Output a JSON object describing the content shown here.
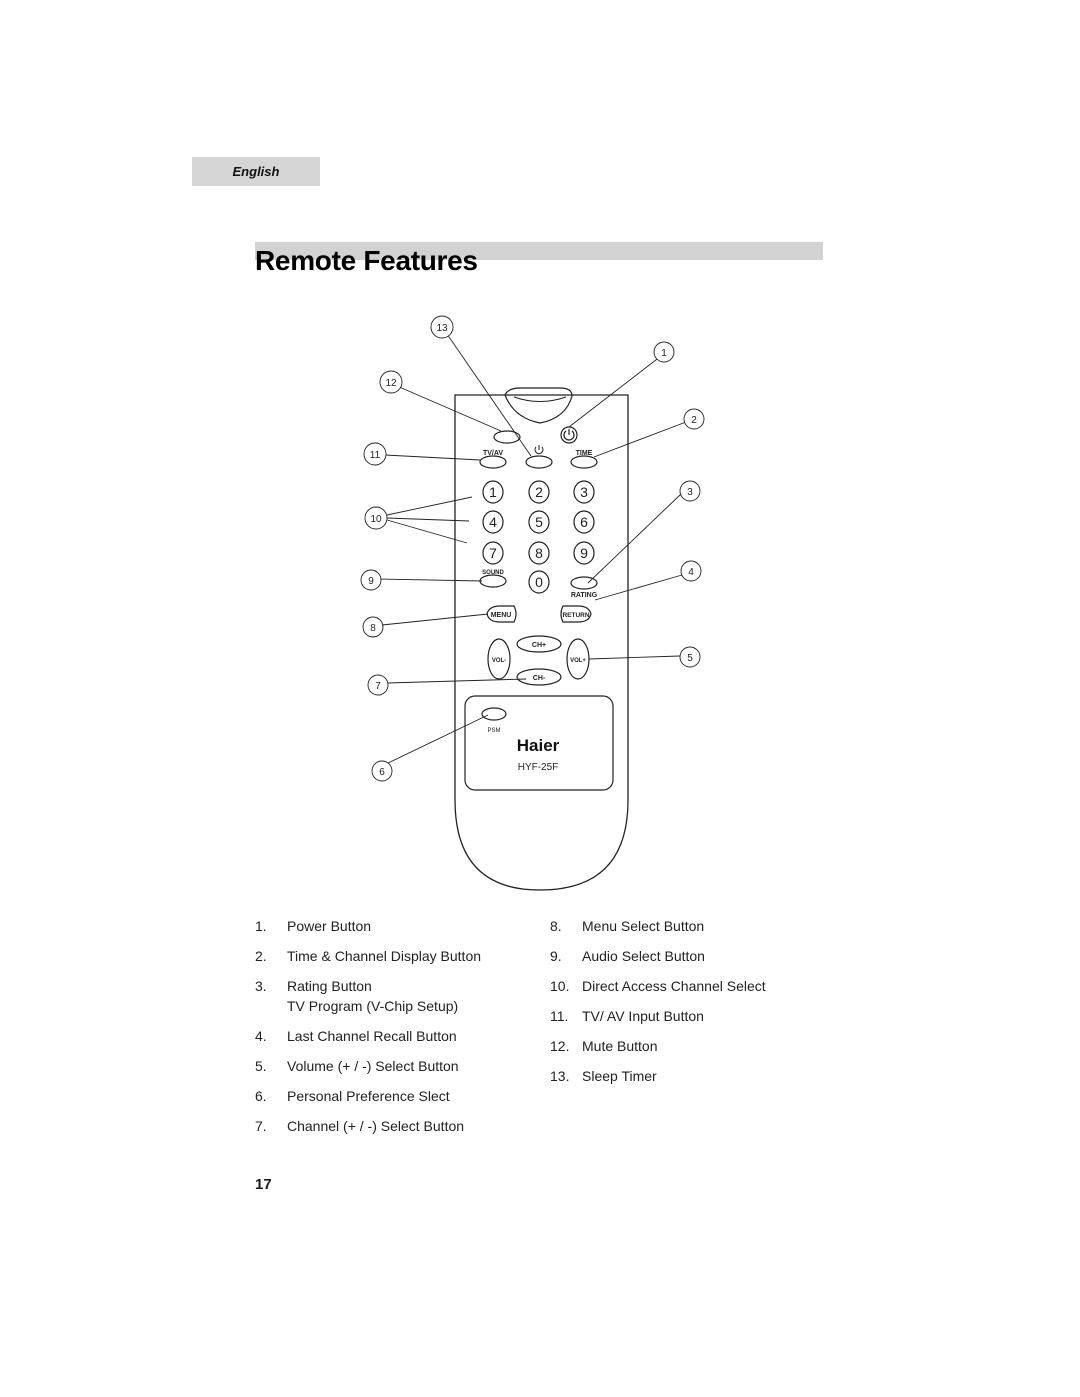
{
  "header": {
    "language_tab": "English",
    "title": "Remote Features"
  },
  "remote": {
    "brand": "Haier",
    "model": "HYF-25F",
    "button_labels": {
      "tvav": "TV/AV",
      "time": "TIME",
      "sound": "SOUND",
      "rating": "RATING",
      "menu": "MENU",
      "return": "RETURN",
      "ch_up": "CH+",
      "ch_down": "CH-",
      "vol_down": "VOL-",
      "vol_up": "VOL+",
      "psm": "PSM",
      "digits": [
        "1",
        "2",
        "3",
        "4",
        "5",
        "6",
        "7",
        "8",
        "9",
        "0"
      ]
    }
  },
  "callouts": [
    "1",
    "2",
    "3",
    "4",
    "5",
    "6",
    "7",
    "8",
    "9",
    "10",
    "11",
    "12",
    "13"
  ],
  "features_left": [
    {
      "num": "1.",
      "label": "Power Button"
    },
    {
      "num": "2.",
      "label": "Time & Channel Display Button"
    },
    {
      "num": "3.",
      "label": "Rating Button",
      "sub": "TV Program (V-Chip Setup)"
    },
    {
      "num": "4.",
      "label": "Last Channel Recall Button"
    },
    {
      "num": "5.",
      "label": "Volume (+ /  -) Select Button"
    },
    {
      "num": "6.",
      "label": "Personal Preference Slect"
    },
    {
      "num": "7.",
      "label": "Channel (+ /  -) Select Button"
    }
  ],
  "features_right": [
    {
      "num": "8.",
      "label": "Menu Select Button"
    },
    {
      "num": "9.",
      "label": "Audio Select Button"
    },
    {
      "num": "10.",
      "label": "Direct Access Channel Select"
    },
    {
      "num": "11.",
      "label": "TV/ AV Input Button"
    },
    {
      "num": "12.",
      "label": "Mute Button"
    },
    {
      "num": "13.",
      "label": "Sleep Timer"
    }
  ],
  "footer": {
    "page_number": "17"
  }
}
